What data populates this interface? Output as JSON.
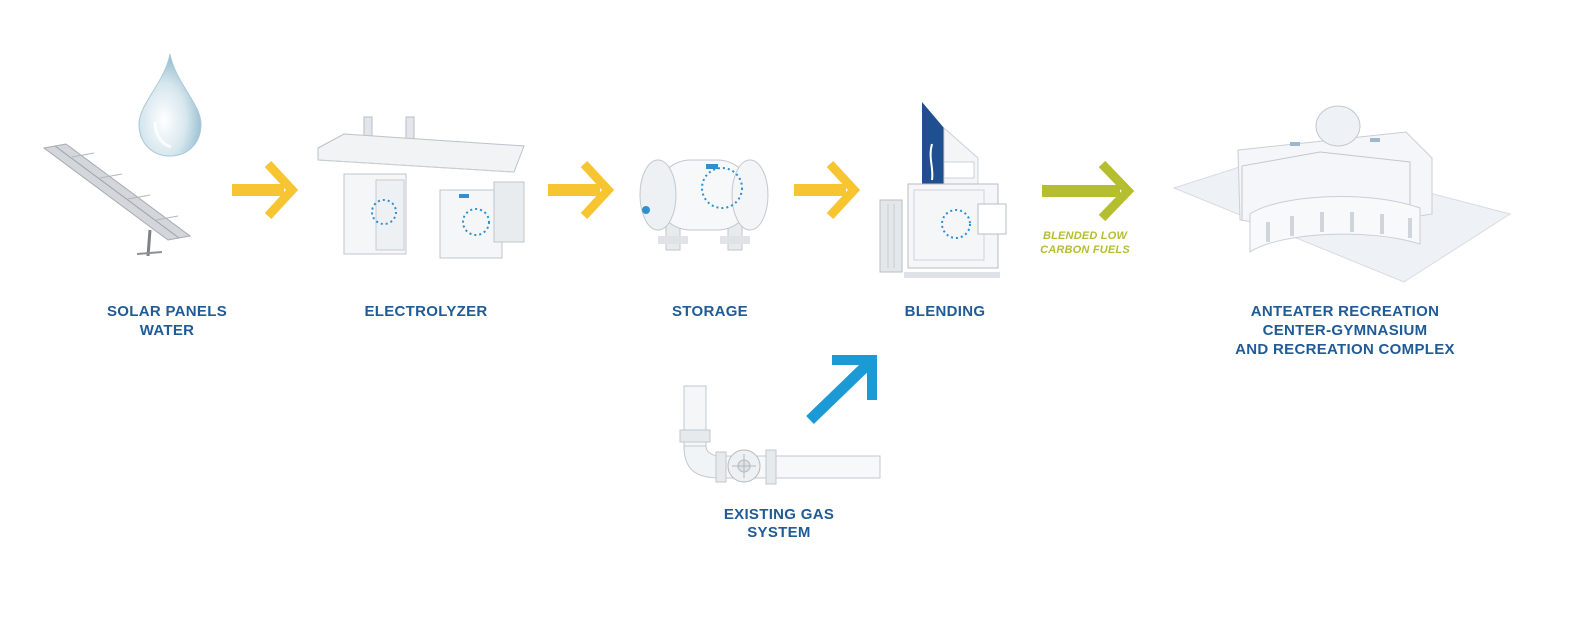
{
  "labels": {
    "solar_line1": "SOLAR PANELS",
    "solar_line2": "WATER",
    "electrolyzer": "ELECTROLYZER",
    "storage": "STORAGE",
    "blending": "BLENDING",
    "gas_line1": "EXISTING GAS",
    "gas_line2": "SYSTEM",
    "arc_line1": "ANTEATER RECREATION",
    "arc_line2": "CENTER-GYMNASIUM",
    "arc_line3": "AND RECREATION COMPLEX"
  },
  "flow_note": {
    "line1": "BLENDED LOW",
    "line2": "CARBON FUELS"
  },
  "colors": {
    "label_blue": "#1f5b96",
    "arrow_yellow": "#f7c531",
    "arrow_green": "#b5be2f",
    "arrow_blue": "#1b9ad6",
    "equipment_white": "#f4f6f8",
    "accent_blue": "#2f8fd0"
  },
  "icons": [
    "solar-panel-icon",
    "water-drop-icon",
    "electrolyzer-icon",
    "storage-tank-icon",
    "blending-unit-icon",
    "gas-pipe-icon",
    "recreation-complex-icon"
  ]
}
